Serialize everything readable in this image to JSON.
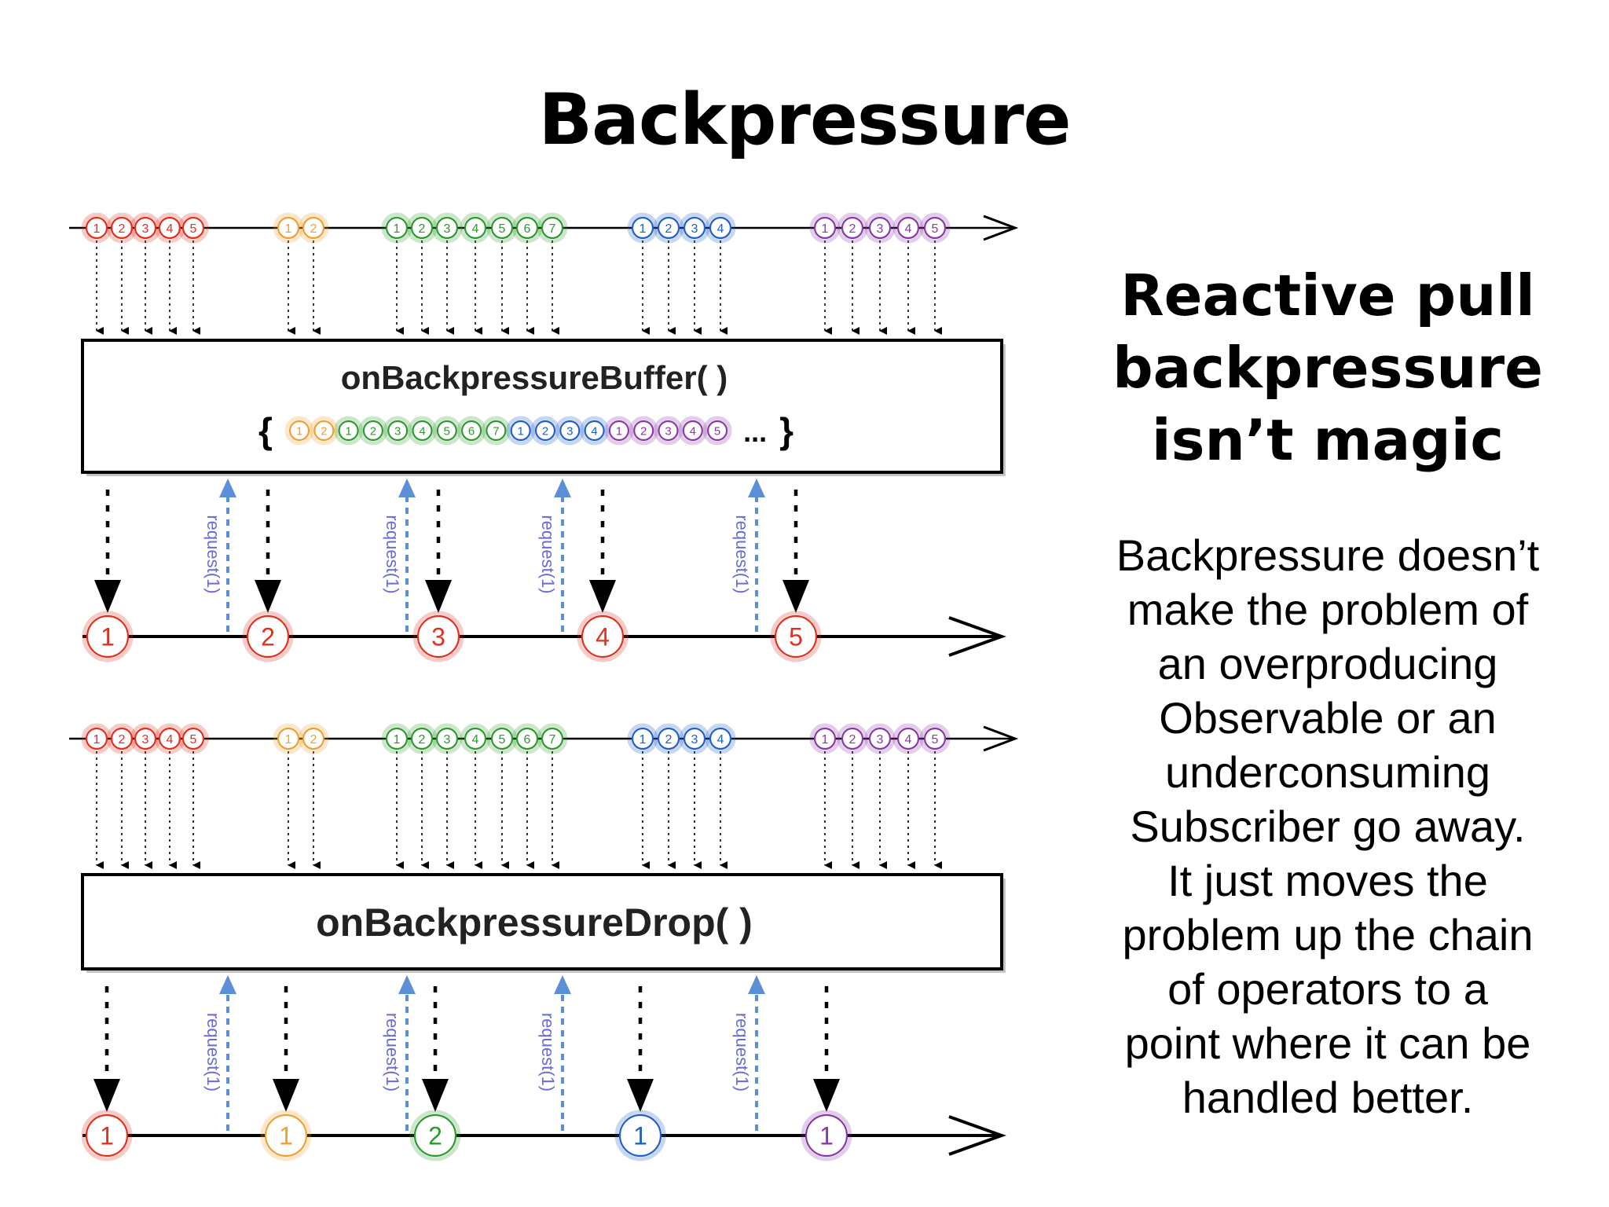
{
  "title": "Backpressure",
  "colors": {
    "red": "#e0301e",
    "orange": "#f0a030",
    "green": "#2e9a2e",
    "blue": "#2060c8",
    "purple": "#8a3aa8",
    "request": "#5b8fd8",
    "line": "#000000"
  },
  "source_groups": [
    {
      "color": "red",
      "items": [
        "1",
        "2",
        "3",
        "4",
        "5"
      ]
    },
    {
      "color": "orange",
      "items": [
        "1",
        "2"
      ]
    },
    {
      "color": "green",
      "items": [
        "1",
        "2",
        "3",
        "4",
        "5",
        "6",
        "7"
      ]
    },
    {
      "color": "blue",
      "items": [
        "1",
        "2",
        "3",
        "4"
      ]
    },
    {
      "color": "purple",
      "items": [
        "1",
        "2",
        "3",
        "4",
        "5"
      ]
    }
  ],
  "panels": [
    {
      "operator": "onBackpressureBuffer( )",
      "buffer": {
        "open": "{",
        "items": [
          {
            "color": "orange",
            "label": "1"
          },
          {
            "color": "orange",
            "label": "2"
          },
          {
            "color": "green",
            "label": "1"
          },
          {
            "color": "green",
            "label": "2"
          },
          {
            "color": "green",
            "label": "3"
          },
          {
            "color": "green",
            "label": "4"
          },
          {
            "color": "green",
            "label": "5"
          },
          {
            "color": "green",
            "label": "6"
          },
          {
            "color": "green",
            "label": "7"
          },
          {
            "color": "blue",
            "label": "1"
          },
          {
            "color": "blue",
            "label": "2"
          },
          {
            "color": "blue",
            "label": "3"
          },
          {
            "color": "blue",
            "label": "4"
          },
          {
            "color": "purple",
            "label": "1"
          },
          {
            "color": "purple",
            "label": "2"
          },
          {
            "color": "purple",
            "label": "3"
          },
          {
            "color": "purple",
            "label": "4"
          },
          {
            "color": "purple",
            "label": "5"
          }
        ],
        "ellipsis": "...",
        "close": "}"
      },
      "outputs": [
        {
          "label": "1",
          "color": "red"
        },
        {
          "label": "2",
          "color": "red"
        },
        {
          "label": "3",
          "color": "red"
        },
        {
          "label": "4",
          "color": "red"
        },
        {
          "label": "5",
          "color": "red"
        }
      ],
      "request_label": "request(1)"
    },
    {
      "operator": "onBackpressureDrop( )",
      "outputs": [
        {
          "label": "1",
          "color": "red"
        },
        {
          "label": "1",
          "color": "orange"
        },
        {
          "label": "2",
          "color": "green"
        },
        {
          "label": "1",
          "color": "blue"
        },
        {
          "label": "1",
          "color": "purple"
        }
      ],
      "request_label": "request(1)"
    }
  ],
  "side": {
    "heading": [
      "Reactive pull",
      "backpressure",
      "isn’t magic"
    ],
    "body": [
      "Backpressure doesn’t",
      "make the problem of",
      "an overproducing",
      "Observable or an",
      "underconsuming",
      "Subscriber go away.",
      "It just moves the",
      "problem up the chain",
      "of operators to a",
      "point where it can be",
      "handled better."
    ]
  }
}
